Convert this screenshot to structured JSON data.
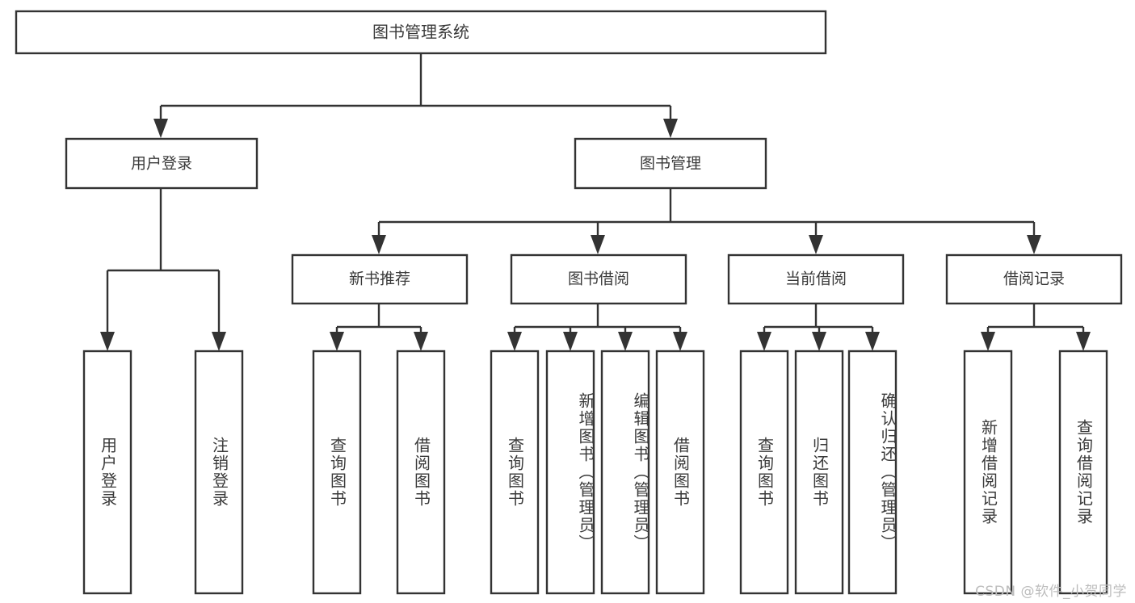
{
  "diagram": {
    "title": "图书管理系统",
    "type": "tree-hierarchy",
    "orientation": "top-down",
    "colors": {
      "box_stroke": "#333333",
      "box_fill": "#ffffff",
      "text": "#3a3a3a",
      "connector": "#333333",
      "watermark": "#bdbdbd",
      "background": "#ffffff"
    },
    "root": {
      "label": "图书管理系统"
    },
    "level2": [
      {
        "label": "用户登录"
      },
      {
        "label": "图书管理"
      }
    ],
    "level3": [
      {
        "label": "新书推荐"
      },
      {
        "label": "图书借阅"
      },
      {
        "label": "当前借阅"
      },
      {
        "label": "借阅记录"
      }
    ],
    "leaves": {
      "user_login": [
        {
          "label": "用户登录"
        },
        {
          "label": "注销登录"
        }
      ],
      "new_book_recommend": [
        {
          "label": "查询图书"
        },
        {
          "label": "借阅图书"
        }
      ],
      "book_borrow": [
        {
          "label": "查询图书"
        },
        {
          "label": "新增图书（管理员）"
        },
        {
          "label": "编辑图书（管理员）"
        },
        {
          "label": "借阅图书"
        }
      ],
      "current_borrow": [
        {
          "label": "查询图书"
        },
        {
          "label": "归还图书"
        },
        {
          "label": "确认归还（管理员）"
        }
      ],
      "borrow_record": [
        {
          "label": "新增借阅记录"
        },
        {
          "label": "查询借阅记录"
        }
      ]
    }
  },
  "watermark": {
    "text": "CSDN @软件_小贺同学"
  }
}
